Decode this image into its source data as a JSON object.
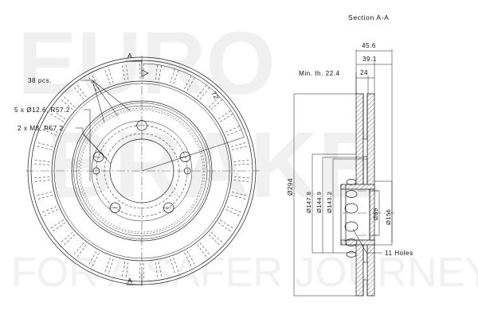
{
  "drawing": {
    "title_section": "Section A-A",
    "watermark_top": "EURO",
    "watermark_mid": "BRAKE",
    "watermark_bottom": "FOR A SAFER JOURNEY",
    "section_marker_top": "A",
    "section_marker_bottom": "A"
  },
  "front_view": {
    "annotations": [
      {
        "key": "vane_count",
        "label": "38 pcs."
      },
      {
        "key": "stud_holes",
        "label": "5 x Ø12.6, R57.2"
      },
      {
        "key": "m8_holes",
        "label": "2 x M8, R57.2"
      },
      {
        "key": "angle",
        "label": "72"
      }
    ]
  },
  "section_view": {
    "horizontal_dims": [
      {
        "key": "overall_width",
        "label": "45.6"
      },
      {
        "key": "offset",
        "label": "39.1"
      },
      {
        "key": "hat_depth",
        "label": "24"
      }
    ],
    "min_thickness": "Min. th. 22.4",
    "vertical_dims": [
      {
        "key": "outer_dia",
        "label": "Ø294"
      },
      {
        "key": "dia_147_8",
        "label": "Ø147.8"
      },
      {
        "key": "dia_144_9",
        "label": "Ø144.9"
      },
      {
        "key": "dia_143_2",
        "label": "Ø143.2"
      },
      {
        "key": "bore_dia",
        "label": "Ø69"
      },
      {
        "key": "hat_dia",
        "label": "Ø156"
      }
    ],
    "hole_note": "11 Holes"
  },
  "colors": {
    "line": "#1a1a1a",
    "center_line": "#555555",
    "watermark": "#f0f0f0",
    "background": "#ffffff"
  }
}
